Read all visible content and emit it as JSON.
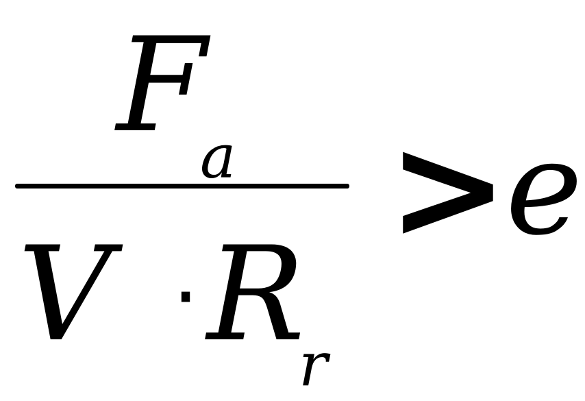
{
  "formula": {
    "numerator": {
      "symbol": "F",
      "subscript": "a"
    },
    "denominator": {
      "factor1": "V",
      "operator": "·",
      "factor2": "R",
      "factor2_subscript": "r"
    },
    "relation": ">",
    "right_side": "e"
  }
}
